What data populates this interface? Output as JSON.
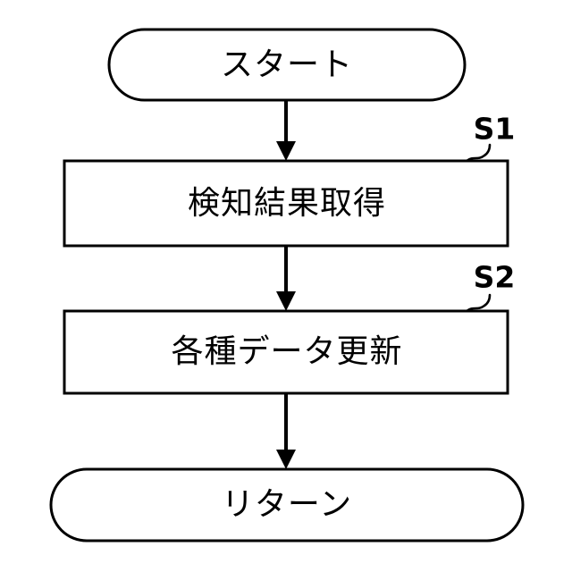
{
  "diagram": {
    "type": "flowchart",
    "orientation": "vertical",
    "background_color": "#ffffff",
    "line_color": "#000000",
    "fill_color": "#ffffff",
    "nodes": [
      {
        "id": "start",
        "shape": "stadium",
        "label": "スタート",
        "step": null
      },
      {
        "id": "s1",
        "shape": "rectangle",
        "label": "検知結果取得",
        "step": "S1"
      },
      {
        "id": "s2",
        "shape": "rectangle",
        "label": "各種データ更新",
        "step": "S2"
      },
      {
        "id": "return",
        "shape": "stadium",
        "label": "リターン",
        "step": null
      }
    ],
    "edges": [
      {
        "from": "start",
        "to": "s1",
        "arrow": "down"
      },
      {
        "from": "s1",
        "to": "s2",
        "arrow": "down"
      },
      {
        "from": "s2",
        "to": "return",
        "arrow": "down"
      }
    ],
    "step_labels": [
      "S1",
      "S2"
    ]
  }
}
